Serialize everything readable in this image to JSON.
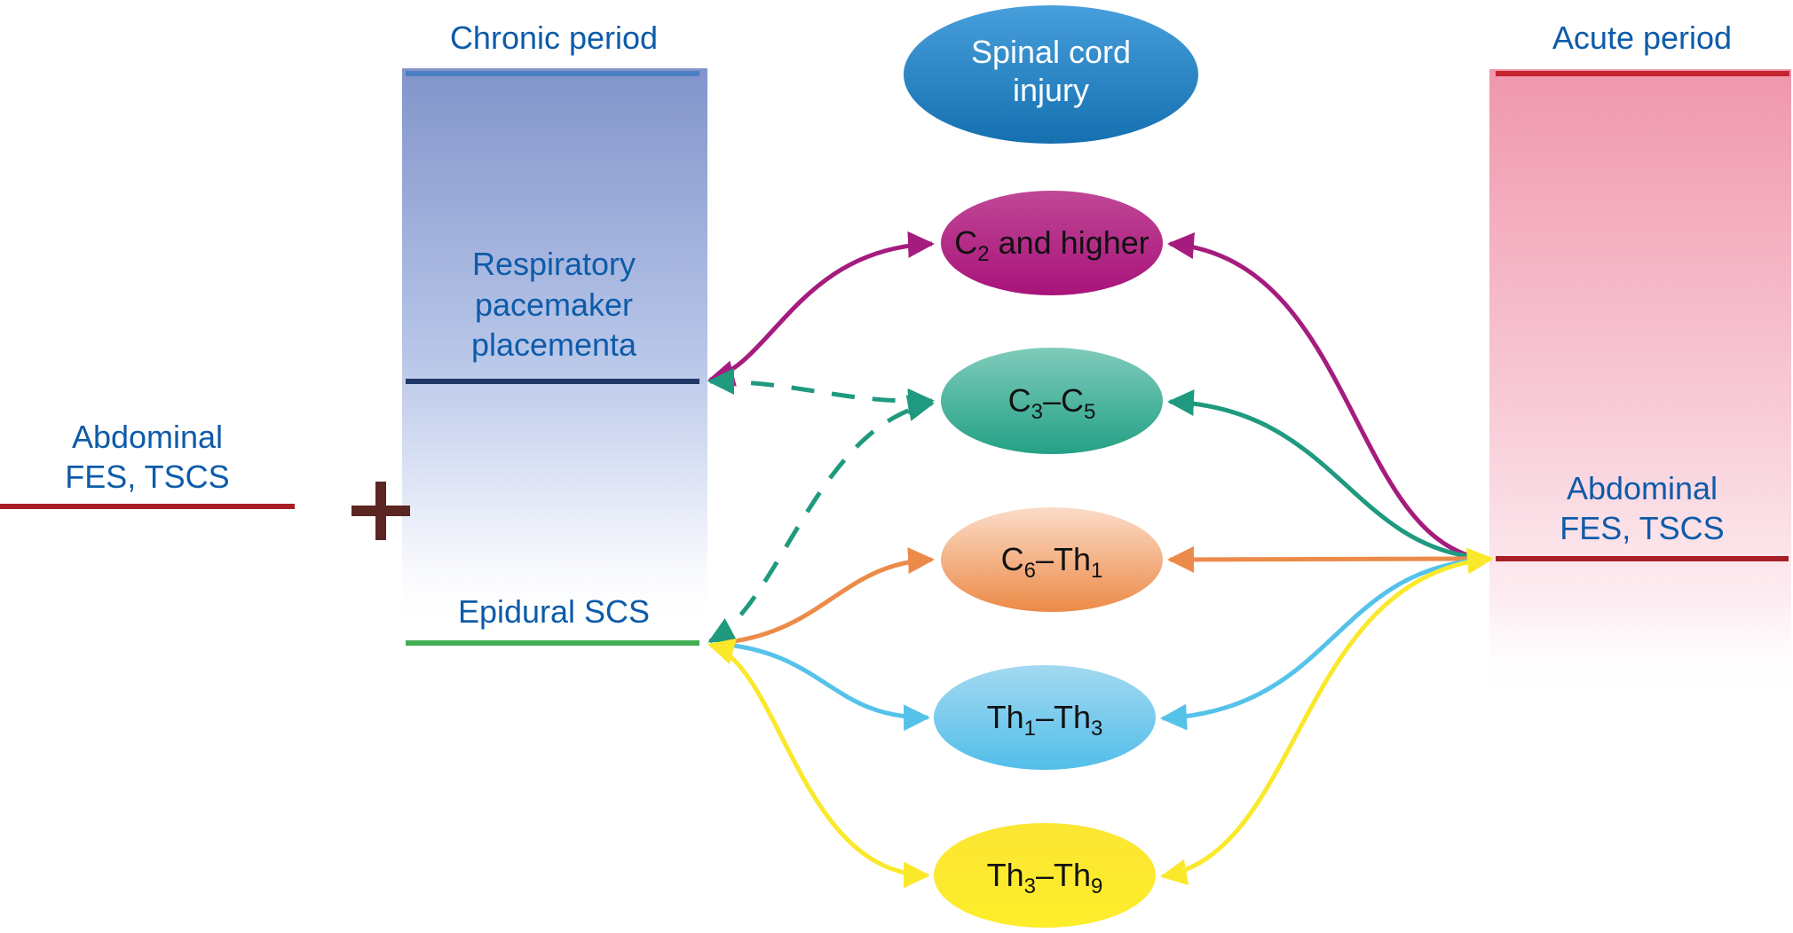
{
  "colors": {
    "label_blue": "#0d5ba9",
    "chronic_panel_top": "#8496cb",
    "acute_panel_top": "#f09aae",
    "chronic_top_line": "#4a7fc4",
    "respiratory_line": "#1e3765",
    "epidural_line": "#43ad54",
    "abdominal_line": "#a81d26",
    "plus_sign": "#5a2622",
    "magenta": "#a51c7e",
    "teal": "#1f9a7f",
    "orange": "#ec8b49",
    "sky": "#55c2ea",
    "yellow": "#fae82b",
    "sci_blue": "#2f88c9"
  },
  "left": {
    "abdominal_label_line1": "Abdominal",
    "abdominal_label_line2": "FES, TSCS",
    "plus_symbol": "+"
  },
  "chronic": {
    "title": "Chronic period",
    "respiratory_line1": "Respiratory",
    "respiratory_line2": "pacemaker",
    "respiratory_line3": "placementa",
    "epidural_label": "Epidural SCS"
  },
  "acute": {
    "title": "Acute period",
    "abdominal_label_line1": "Abdominal",
    "abdominal_label_line2": "FES, TSCS"
  },
  "center": {
    "sci_line1": "Spinal cord",
    "sci_line2": "injury",
    "levels": [
      {
        "id": "c2",
        "main": "C",
        "sub": "2",
        "rest": " and higher"
      },
      {
        "id": "c3c5",
        "a": "C",
        "a_sub": "3",
        "dash": "–",
        "b": "C",
        "b_sub": "5"
      },
      {
        "id": "c6th1",
        "a": "C",
        "a_sub": "6",
        "dash": "–",
        "b": "Th",
        "b_sub": "1"
      },
      {
        "id": "th1th3",
        "a": "Th",
        "a_sub": "1",
        "dash": "–",
        "b": "Th",
        "b_sub": "3"
      },
      {
        "id": "th3th9",
        "a": "Th",
        "a_sub": "3",
        "dash": "–",
        "b": "Th",
        "b_sub": "9"
      }
    ]
  },
  "connections": {
    "respiratory_pacemaker": [
      "C2 and higher",
      "C3–C5 (dashed)"
    ],
    "epidural_scs": [
      "C3–C5 (dashed)",
      "C6–Th1",
      "Th1–Th3",
      "Th3–Th9"
    ],
    "acute_abdominal": [
      "C2 and higher",
      "C3–C5",
      "C6–Th1",
      "Th1–Th3",
      "Th3–Th9"
    ]
  }
}
